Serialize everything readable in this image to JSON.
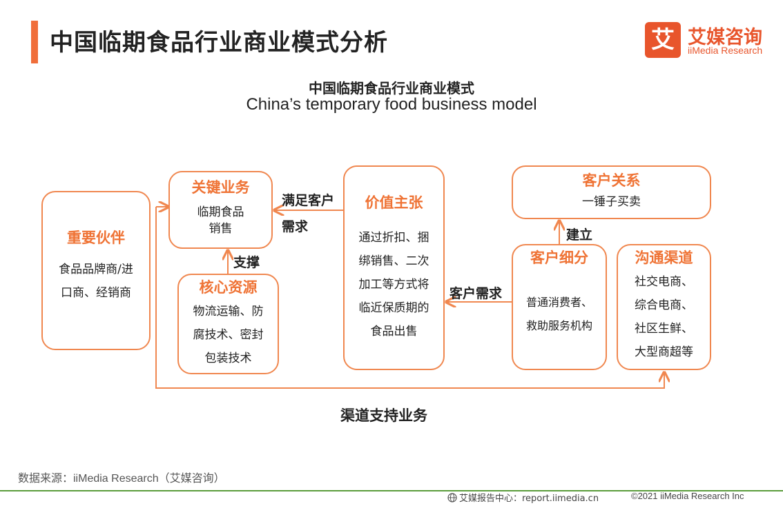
{
  "header": {
    "title": "中国临期食品行业商业模式分析",
    "logo_mark": "艾",
    "logo_cn": "艾媒咨询",
    "logo_en": "iiMedia Research"
  },
  "diagram": {
    "title_cn": "中国临期食品行业商业模式",
    "title_en": "China’s temporary food business model",
    "boxes": {
      "partners": {
        "title": "重要伙伴",
        "body": [
          "食品品牌商/进",
          "口商、经销商"
        ]
      },
      "key_activities": {
        "title": "关键业务",
        "body": [
          "临期食品",
          "销售"
        ]
      },
      "key_resources": {
        "title": "核心资源",
        "body": [
          "物流运输、防",
          "腐技术、密封",
          "包装技术"
        ]
      },
      "value_proposition": {
        "title": "价值主张",
        "body": [
          "通过折扣、捆",
          "绑销售、二次",
          "加工等方式将",
          "临近保质期的",
          "食品出售"
        ]
      },
      "customer_relationships": {
        "title": "客户关系",
        "body": [
          "一锤子买卖"
        ]
      },
      "customer_segments": {
        "title": "客户细分",
        "body": [
          "普通消费者、",
          "救助服务机构"
        ]
      },
      "channels": {
        "title": "沟通渠道",
        "body": [
          "社交电商、",
          "综合电商、",
          "社区生鲜、",
          "大型商超等"
        ]
      }
    },
    "labels": {
      "meet_needs_1": "满足客户",
      "meet_needs_2": "需求",
      "support": "支撑",
      "build": "建立",
      "customer_needs": "客户需求",
      "channel_support": "渠道支持业务"
    },
    "colors": {
      "box_border": "#f0874f",
      "box_title": "#ef7335",
      "arrow": "#f0874f"
    }
  },
  "footer": {
    "source": "数据来源：iiMedia Research（艾媒咨询）",
    "site": "艾媒报告中心：report.iimedia.cn",
    "copyright": "©2021  iiMedia Research  Inc",
    "site_icon": "globe-icon"
  }
}
